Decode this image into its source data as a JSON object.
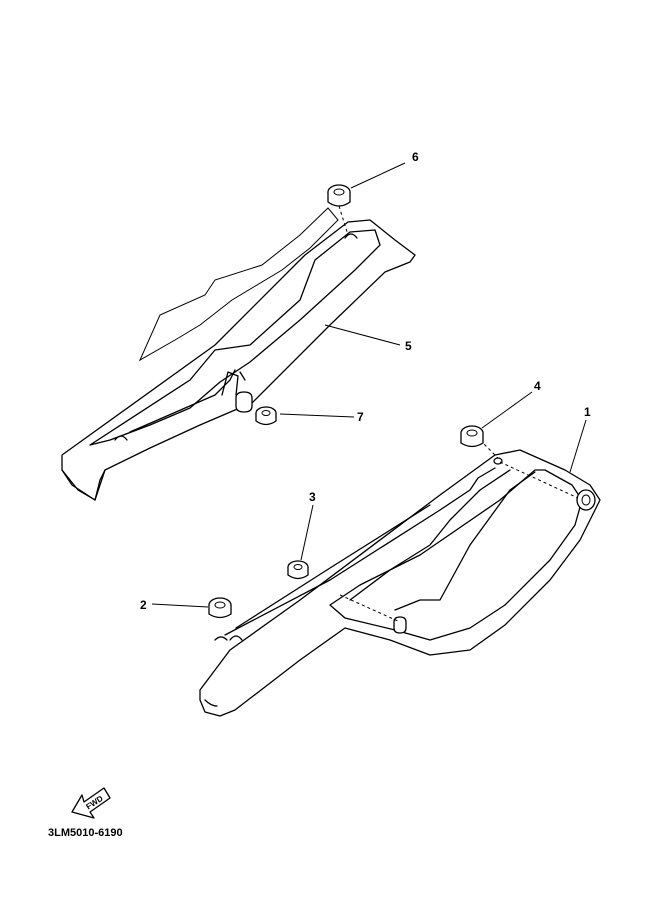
{
  "callouts": [
    {
      "id": "1",
      "label": "1"
    },
    {
      "id": "2",
      "label": "2"
    },
    {
      "id": "3",
      "label": "3"
    },
    {
      "id": "4",
      "label": "4"
    },
    {
      "id": "5",
      "label": "5"
    },
    {
      "id": "6",
      "label": "6"
    },
    {
      "id": "7",
      "label": "7"
    }
  ],
  "fwd_label": "FWD",
  "part_code": "3LM5010-6190",
  "colors": {
    "line": "#000000",
    "background": "#ffffff"
  }
}
